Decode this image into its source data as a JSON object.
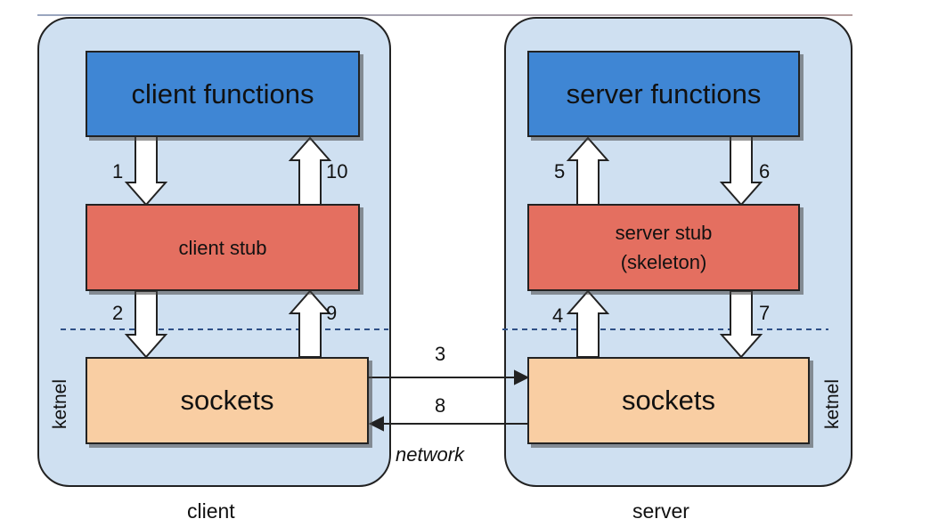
{
  "client": {
    "caption": "client",
    "functions_label": "client functions",
    "stub_label": "client stub",
    "sockets_label": "sockets",
    "kernel_label": "ketnel"
  },
  "server": {
    "caption": "server",
    "functions_label": "server functions",
    "stub_label_line1": "server stub",
    "stub_label_line2": "(skeleton)",
    "sockets_label": "sockets",
    "kernel_label": "ketnel"
  },
  "network_label": "network",
  "steps": {
    "s1": "1",
    "s2": "2",
    "s3": "3",
    "s4": "4",
    "s5": "5",
    "s6": "6",
    "s7": "7",
    "s8": "8",
    "s9": "9",
    "s10": "10"
  },
  "colors": {
    "panel": "#cfe0f1",
    "functions": "#3f86d4",
    "stub": "#e46f60",
    "sockets": "#f9cea3",
    "kernel_line": "#2e4f86"
  }
}
